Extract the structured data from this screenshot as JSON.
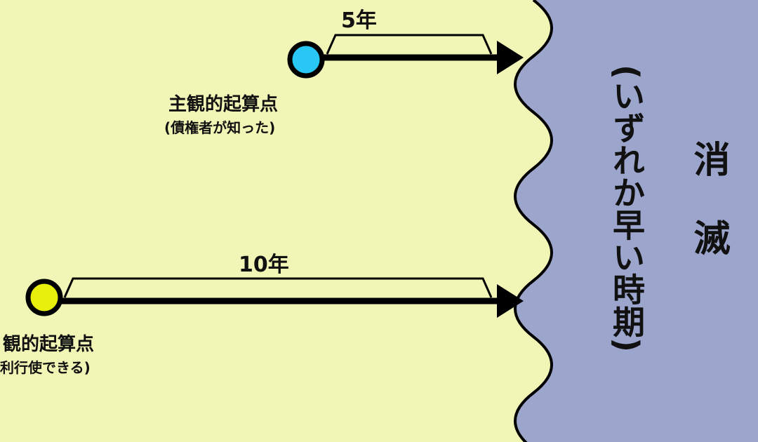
{
  "colors": {
    "background": "#f1f5b5",
    "extinction_region": "#9ca5cc",
    "subjective_dot": "#29c7f3",
    "objective_dot": "#e6ee0a",
    "line": "#000000"
  },
  "subjective": {
    "period": "5年",
    "label": "主観的起算点",
    "sublabel": "(債権者が知った)"
  },
  "objective": {
    "period": "10年",
    "label": "観的起算点",
    "sublabel": "利行使できる)"
  },
  "result": {
    "title": "消　滅",
    "note": "(いずれか早い時期)"
  }
}
